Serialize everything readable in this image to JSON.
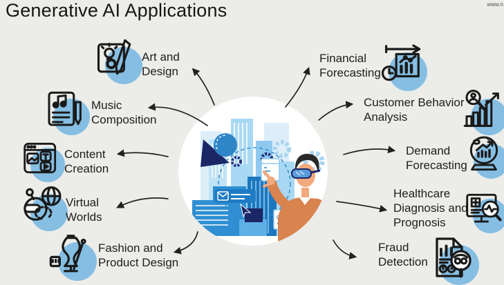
{
  "page": {
    "title": "Generative AI Applications",
    "watermark": "www.n"
  },
  "colors": {
    "background": "#ECECE9",
    "icon_circle": "#85BEE2",
    "text": "#1D1D1D",
    "arrow": "#222222",
    "building_light": "#A9D8F4",
    "building_mid": "#2F8FD2",
    "building_dark": "#1D77BE",
    "navy_accent": "#1B2666",
    "person_sweater": "#D9834F",
    "person_skin": "#F2A97E",
    "person_hair": "#2A2A2A"
  },
  "items": {
    "left": [
      {
        "name": "art-and-design",
        "lines": [
          "Art and",
          "Design"
        ],
        "icon": "art-design-icon"
      },
      {
        "name": "music-composition",
        "lines": [
          "Music",
          "Composition"
        ],
        "icon": "music-composition-icon"
      },
      {
        "name": "content-creation",
        "lines": [
          "Content",
          "Creation"
        ],
        "icon": "content-creation-icon"
      },
      {
        "name": "virtual-worlds",
        "lines": [
          "Virtual",
          "Worlds"
        ],
        "icon": "virtual-worlds-icon"
      },
      {
        "name": "fashion-and-product-design",
        "lines": [
          "Fashion and",
          "Product Design"
        ],
        "icon": "fashion-design-icon"
      }
    ],
    "right": [
      {
        "name": "financial-forecasting",
        "lines": [
          "Financial",
          "Forecasting"
        ],
        "icon": "financial-forecasting-icon"
      },
      {
        "name": "customer-behavior-analysis",
        "lines": [
          "Customer Behavior",
          "Analysis"
        ],
        "icon": "customer-behavior-icon"
      },
      {
        "name": "demand-forecasting",
        "lines": [
          "Demand",
          "Forecasting"
        ],
        "icon": "demand-forecasting-icon"
      },
      {
        "name": "healthcare-diagnosis-and-prognosis",
        "lines": [
          "Healthcare",
          "Diagnosis and",
          "Prognosis"
        ],
        "icon": "healthcare-diagnosis-icon"
      },
      {
        "name": "fraud-detection",
        "lines": [
          "Fraud",
          "Detection"
        ],
        "icon": "fraud-detection-icon"
      }
    ]
  },
  "icon_glyphs": {
    "dollar": "$",
    "code": "C"
  },
  "center_illustration": {
    "description": "Person wearing a VR headset pointing at a futuristic blue city skyline with gears, code windows and an email notification inside a white circle"
  }
}
